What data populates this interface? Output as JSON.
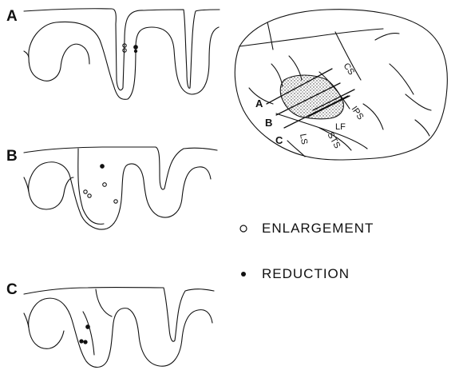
{
  "panels": [
    {
      "letter": "A"
    },
    {
      "letter": "B"
    },
    {
      "letter": "C"
    }
  ],
  "brain": {
    "sulcus_labels": {
      "cs": "CS",
      "ips": "IPS",
      "lf": "LF",
      "sts": "STS",
      "ls": "LS"
    },
    "section_labels": {
      "a": "A",
      "b": "B",
      "c": "C"
    }
  },
  "legend": {
    "enlargement": "ENLARGEMENT",
    "reduction": "REDUCTION"
  },
  "colors": {
    "ink": "#111111",
    "background": "#ffffff"
  }
}
